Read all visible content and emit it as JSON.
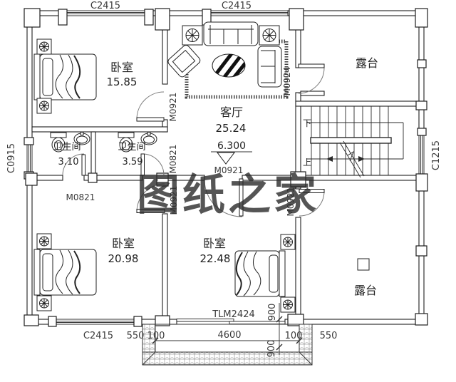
{
  "watermark": {
    "text": "图纸之家",
    "color": "#dd3a3a"
  },
  "rooms": {
    "bedroom_top": {
      "name": "卧室",
      "area": "15.85"
    },
    "bedroom_bottom_left": {
      "name": "卧室",
      "area": "20.98"
    },
    "bedroom_bottom_mid": {
      "name": "卧室",
      "area": "22.48"
    },
    "living_room": {
      "name": "客厅",
      "area": "25.24"
    },
    "bathroom_left": {
      "name": "卫生间",
      "area": "3.10"
    },
    "bathroom_right": {
      "name": "卫生间",
      "area": "3.59"
    },
    "terrace_top": {
      "name": "露台"
    },
    "terrace_bottom": {
      "name": "露台"
    }
  },
  "windows": {
    "top_left": "C2415",
    "top_center": "C2415",
    "left": "C0915",
    "right": "C1215",
    "bottom_left": "C2415"
  },
  "doors": {
    "bedroom_top": "M0921",
    "bathroom_left": "M0821",
    "bathroom_right": "M0821",
    "bedroom_bottom_left": "M0921",
    "hall_to_bedroom": "M0921",
    "bedroom_to_terrace": "M0921",
    "terrace_top": "M0924",
    "sliding_balcony": "TLM2424"
  },
  "stairs": {
    "up_label": "上",
    "down_label": "下"
  },
  "elevation_marker": {
    "value": "6.300"
  },
  "dimensions": {
    "bottom_550_left": "550",
    "bottom_100_left": "100",
    "bottom_4600": "4600",
    "bottom_100_right": "100",
    "bottom_550_right": "550",
    "vert_900_upper": "900",
    "vert_900_lower": "900"
  }
}
